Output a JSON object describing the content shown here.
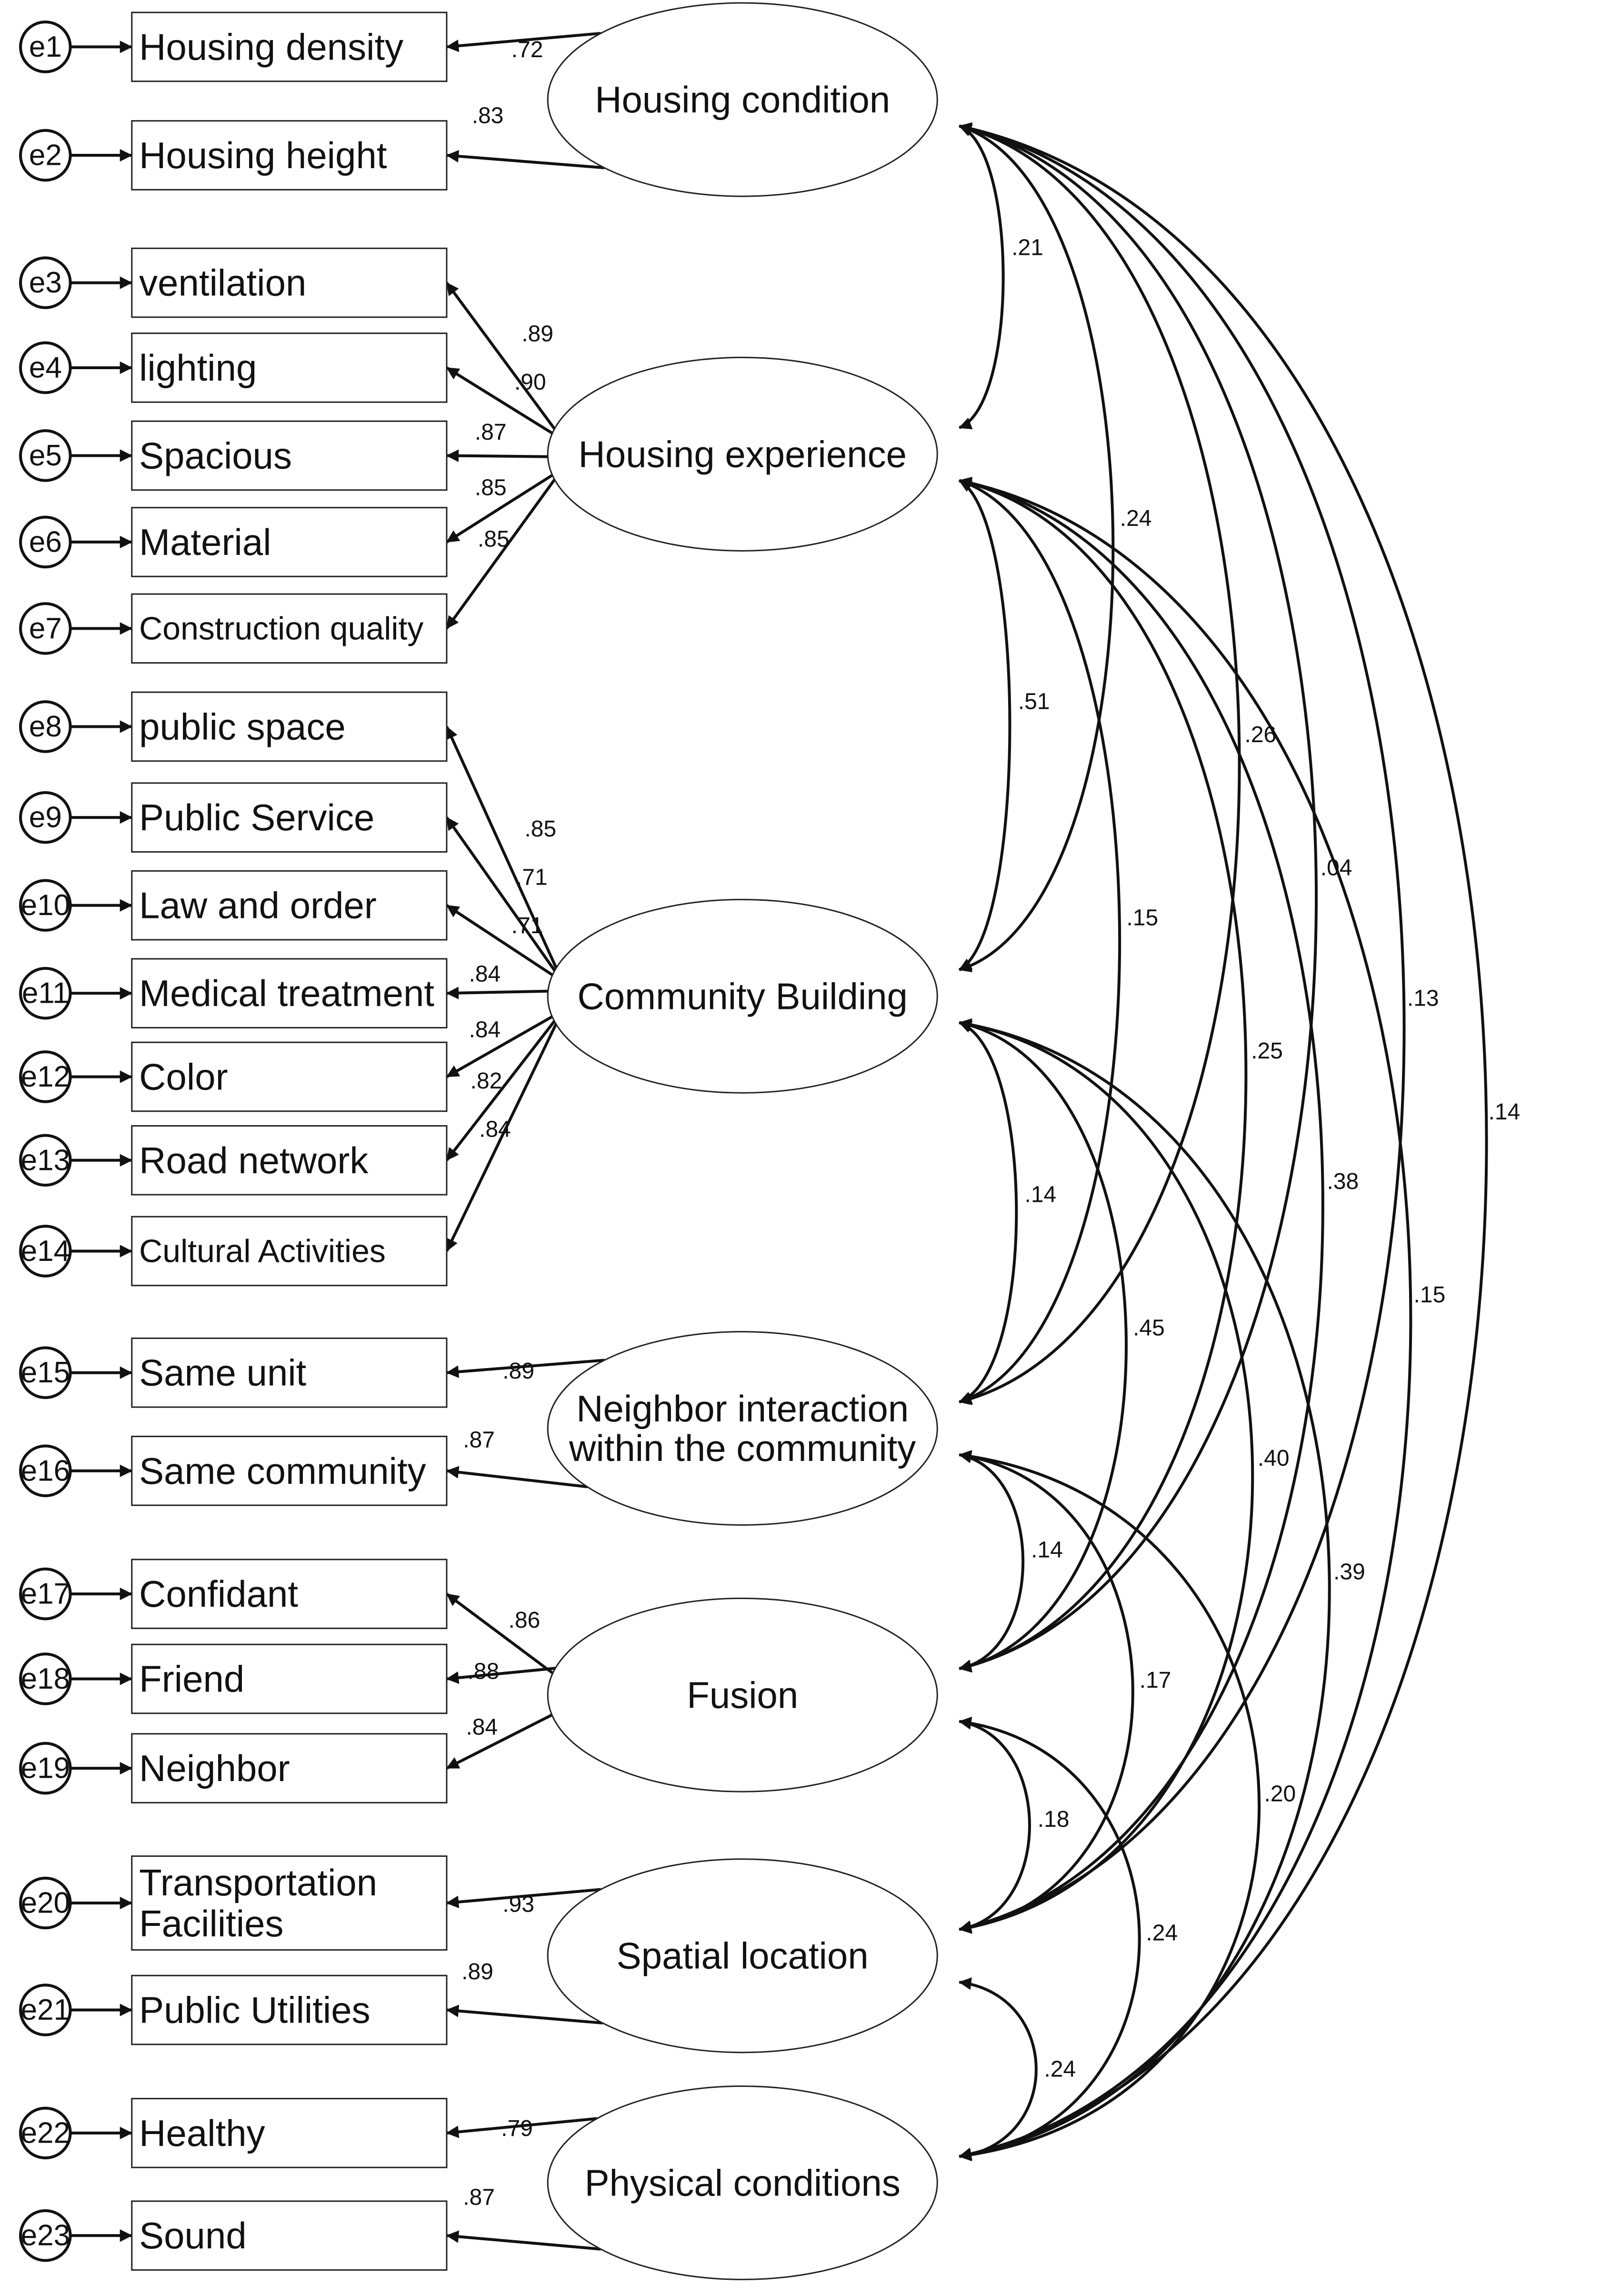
{
  "diagram": {
    "constructs": [
      {
        "id": "housing_condition",
        "lines": [
          "Housing condition"
        ]
      },
      {
        "id": "housing_experience",
        "lines": [
          "Housing  experience"
        ]
      },
      {
        "id": "community_building",
        "lines": [
          "Community Building"
        ]
      },
      {
        "id": "neighbor_interaction",
        "lines": [
          "Neighbor interaction",
          "within the community"
        ]
      },
      {
        "id": "fusion",
        "lines": [
          "Fusion"
        ]
      },
      {
        "id": "spatial_location",
        "lines": [
          "Spatial  location"
        ]
      },
      {
        "id": "physical_conditions",
        "lines": [
          "Physical conditions"
        ]
      }
    ],
    "indicators": [
      {
        "error": "e1",
        "lines": [
          "Housing density"
        ],
        "construct": "housing_condition",
        "loading": ".72"
      },
      {
        "error": "e2",
        "lines": [
          "Housing height"
        ],
        "construct": "housing_condition",
        "loading": ".83"
      },
      {
        "error": "e3",
        "lines": [
          "ventilation"
        ],
        "construct": "housing_experience",
        "loading": ".89"
      },
      {
        "error": "e4",
        "lines": [
          "lighting"
        ],
        "construct": "housing_experience",
        "loading": ".90"
      },
      {
        "error": "e5",
        "lines": [
          "Spacious"
        ],
        "construct": "housing_experience",
        "loading": ".87"
      },
      {
        "error": "e6",
        "lines": [
          "Material"
        ],
        "construct": "housing_experience",
        "loading": ".85"
      },
      {
        "error": "e7",
        "lines": [
          "Construction quality"
        ],
        "construct": "housing_experience",
        "loading": ".85"
      },
      {
        "error": "e8",
        "lines": [
          "public space"
        ],
        "construct": "community_building",
        "loading": ".85"
      },
      {
        "error": "e9",
        "lines": [
          "Public Service"
        ],
        "construct": "community_building",
        "loading": ".71"
      },
      {
        "error": "e10",
        "lines": [
          "Law and order"
        ],
        "construct": "community_building",
        "loading": ".71"
      },
      {
        "error": "e11",
        "lines": [
          "Medical treatment"
        ],
        "construct": "community_building",
        "loading": ".84"
      },
      {
        "error": "e12",
        "lines": [
          "Color"
        ],
        "construct": "community_building",
        "loading": ".84"
      },
      {
        "error": "e13",
        "lines": [
          "Road network"
        ],
        "construct": "community_building",
        "loading": ".82"
      },
      {
        "error": "e14",
        "lines": [
          "Cultural Activities"
        ],
        "construct": "community_building",
        "loading": ".84"
      },
      {
        "error": "e15",
        "lines": [
          "Same unit"
        ],
        "construct": "neighbor_interaction",
        "loading": ".89"
      },
      {
        "error": "e16",
        "lines": [
          "Same community"
        ],
        "construct": "neighbor_interaction",
        "loading": ".87"
      },
      {
        "error": "e17",
        "lines": [
          "Confidant"
        ],
        "construct": "fusion",
        "loading": ".86"
      },
      {
        "error": "e18",
        "lines": [
          "Friend"
        ],
        "construct": "fusion",
        "loading": ".88"
      },
      {
        "error": "e19",
        "lines": [
          "Neighbor"
        ],
        "construct": "fusion",
        "loading": ".84"
      },
      {
        "error": "e20",
        "lines": [
          "Transportation",
          " Facilities"
        ],
        "construct": "spatial_location",
        "loading": ".93"
      },
      {
        "error": "e21",
        "lines": [
          "Public Utilities"
        ],
        "construct": "spatial_location",
        "loading": ".89"
      },
      {
        "error": "e22",
        "lines": [
          "Healthy"
        ],
        "construct": "physical_conditions",
        "loading": ".79"
      },
      {
        "error": "e23",
        "lines": [
          "Sound"
        ],
        "construct": "physical_conditions",
        "loading": ".87"
      }
    ],
    "correlations": [
      {
        "from": "housing_condition",
        "to": "housing_experience",
        "value": ".21"
      },
      {
        "from": "housing_condition",
        "to": "community_building",
        "value": ".24"
      },
      {
        "from": "housing_condition",
        "to": "neighbor_interaction",
        "value": ".26"
      },
      {
        "from": "housing_condition",
        "to": "fusion",
        "value": ".04"
      },
      {
        "from": "housing_condition",
        "to": "spatial_location",
        "value": ".13"
      },
      {
        "from": "housing_condition",
        "to": "physical_conditions",
        "value": ".14"
      },
      {
        "from": "housing_experience",
        "to": "community_building",
        "value": ".51"
      },
      {
        "from": "housing_experience",
        "to": "neighbor_interaction",
        "value": ".15"
      },
      {
        "from": "housing_experience",
        "to": "fusion",
        "value": ".25"
      },
      {
        "from": "housing_experience",
        "to": "spatial_location",
        "value": ".38"
      },
      {
        "from": "housing_experience",
        "to": "physical_conditions",
        "value": ".15"
      },
      {
        "from": "community_building",
        "to": "neighbor_interaction",
        "value": ".14"
      },
      {
        "from": "community_building",
        "to": "fusion",
        "value": ".45"
      },
      {
        "from": "community_building",
        "to": "spatial_location",
        "value": ".40"
      },
      {
        "from": "community_building",
        "to": "physical_conditions",
        "value": ".39"
      },
      {
        "from": "neighbor_interaction",
        "to": "fusion",
        "value": ".14"
      },
      {
        "from": "neighbor_interaction",
        "to": "spatial_location",
        "value": ".17"
      },
      {
        "from": "neighbor_interaction",
        "to": "physical_conditions",
        "value": ".20"
      },
      {
        "from": "fusion",
        "to": "spatial_location",
        "value": ".18"
      },
      {
        "from": "fusion",
        "to": "physical_conditions",
        "value": ".24"
      },
      {
        "from": "spatial_location",
        "to": "physical_conditions",
        "value": ".24"
      }
    ]
  }
}
